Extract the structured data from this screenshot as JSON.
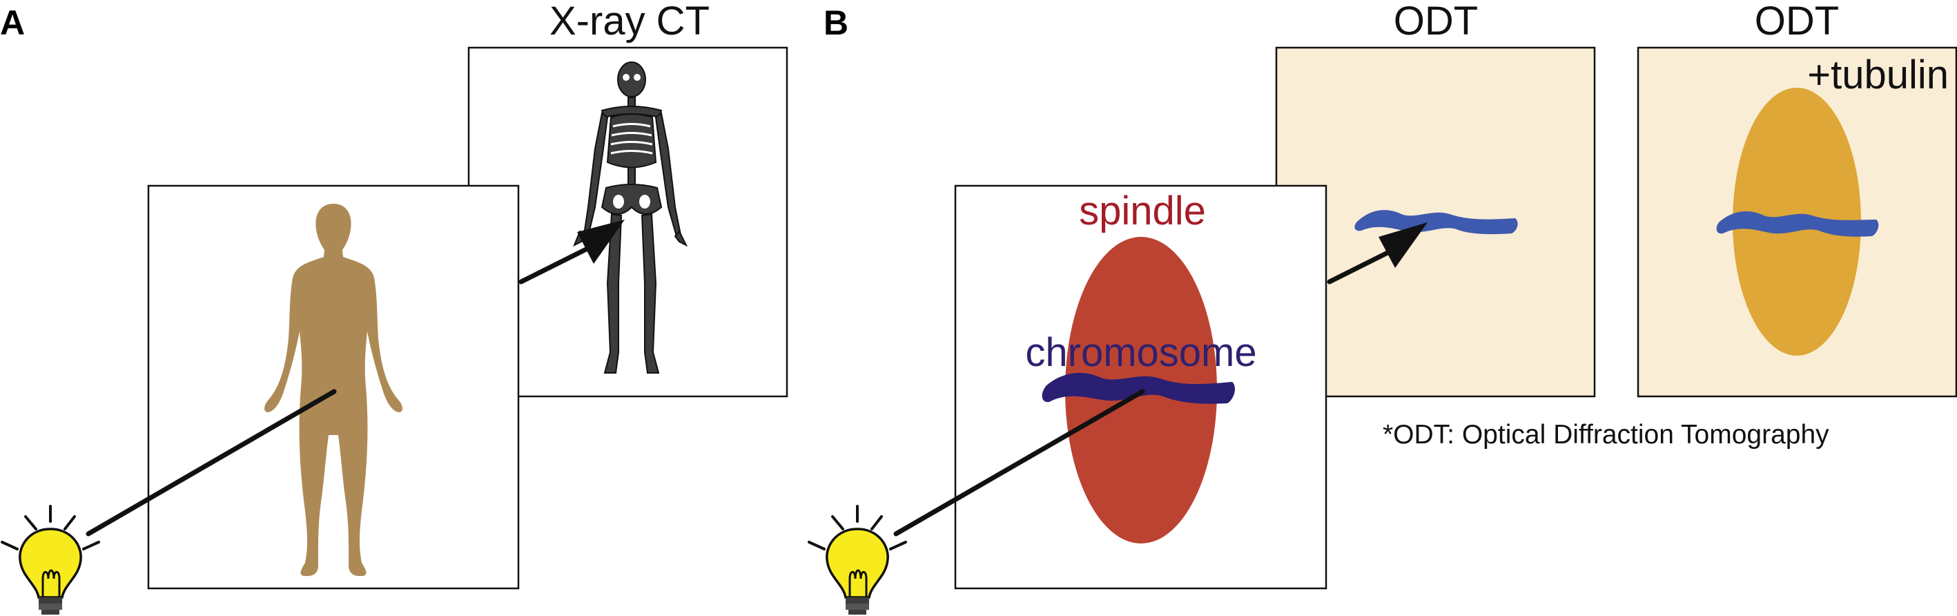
{
  "panels": {
    "a": {
      "letter": "A",
      "title": "X-ray CT"
    },
    "b": {
      "letter": "B",
      "title_left": "ODT",
      "title_right": "ODT",
      "spindle_label": "spindle",
      "chromosome_label": "chromosome",
      "tubulin_label": "+tubulin",
      "footnote": "*ODT: Optical Diffraction Tomography"
    }
  },
  "colors": {
    "body_silhouette": "#ad8a55",
    "spindle": "#bc4332",
    "chromosome_dark": "#2a1f72",
    "chromosome_blue": "#3d5aae",
    "odt_background": "#faedd6",
    "tubulin": "#dea737",
    "bulb": "#f7ea1d",
    "spindle_text": "#a31d27",
    "chromosome_text": "#2e2170"
  },
  "icons": [
    "light-bulb-icon",
    "human-silhouette-icon",
    "skeleton-icon",
    "arrow-icon"
  ]
}
